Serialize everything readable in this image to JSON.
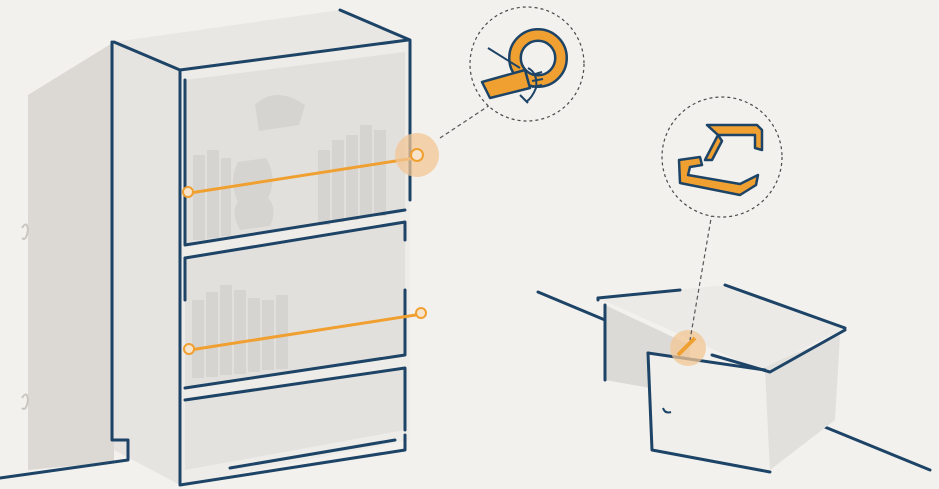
{
  "illustration": {
    "bookshelf": {
      "shelves_with_restraint_bars": 2,
      "restraint_bar_ends": "screw eyes",
      "detail_callout": "screw-eye-with-wire-icon"
    },
    "cabinet": {
      "door_fastener": "childproof-latch",
      "detail_callout": "cabinet-latch-icon"
    }
  },
  "colors": {
    "background": "#f3f1ee",
    "outline": "#1d4466",
    "accent_orange": "#f0a030",
    "highlight_glow": "#f2c694",
    "shadow": "#d9d6d2",
    "furniture_fill": "#ecebe8",
    "ghost_items": "#dcdad7",
    "callout_ring": "#4a4a4a"
  }
}
